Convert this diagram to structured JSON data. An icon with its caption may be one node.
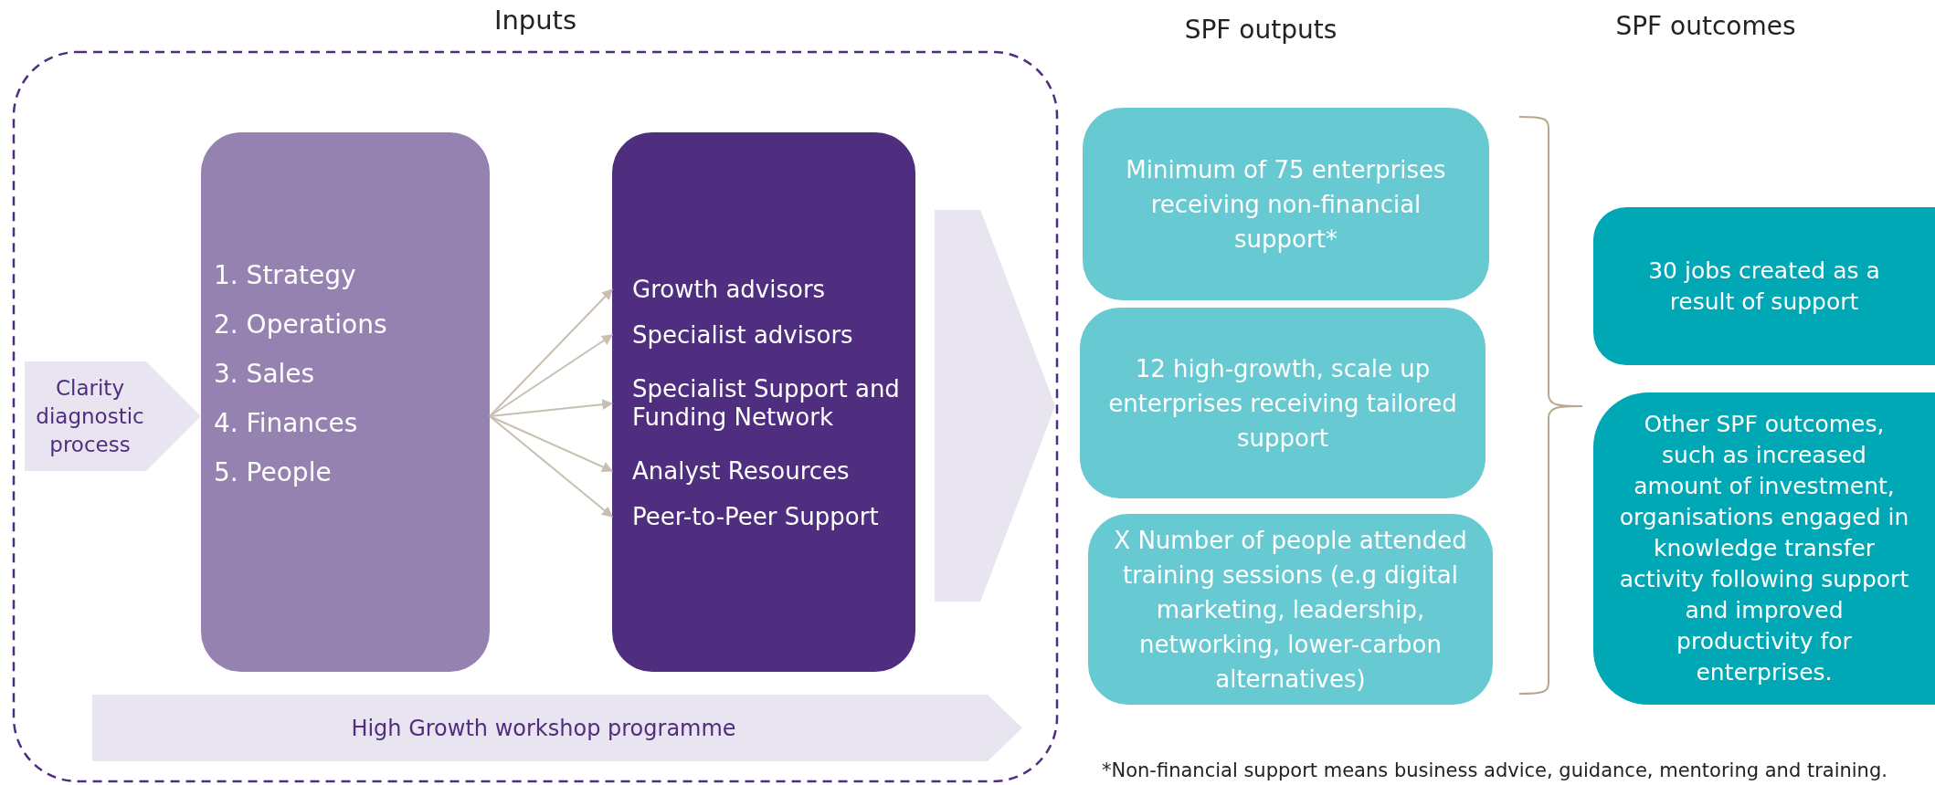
{
  "diagram": {
    "nodes": [
      {
        "text": [
          "Inputs"
        ]
      },
      {
        "text": [
          "Clarity diagnostic process"
        ],
        "in": 0
      },
      {
        "text": [
          "1. Strategy",
          "2. Operations",
          "3. Sales",
          "4. Finances",
          "5. People"
        ],
        "in": 0
      },
      {
        "text": [],
        "shape": "box",
        "in": 0
      },
      {
        "text": [
          "Growth advisors"
        ],
        "in": 3
      },
      {
        "text": [
          "Specialist advisors"
        ],
        "in": 3
      },
      {
        "text": [
          "Specialist Support and Funding Network"
        ],
        "in": 3
      },
      {
        "text": [
          "Analyst Resources"
        ],
        "in": 3
      },
      {
        "text": [
          "Peer-to-Peer Support"
        ],
        "in": 3
      },
      {
        "text": [],
        "shape": "chevron",
        "in": 0
      },
      {
        "text": [
          "High Growth workshop programme"
        ],
        "in": 0
      },
      {
        "text": [
          "Minimum of 75 enterprises receiving non-financial support*"
        ]
      },
      {
        "text": [
          "12 high-growth, scale up enterprises receiving tailored support"
        ]
      },
      {
        "text": [
          "X Number of people attended training sessions (e.g digital marketing, leadership, networking, lower-carbon alternatives)"
        ]
      },
      {
        "text": [
          "30 jobs created as a result of support"
        ]
      },
      {
        "text": [
          "Other SPF outcomes, such as increased amount of investment, organisations engaged in knowledge transfer activity following support and improved productivity for enterprises."
        ]
      }
    ],
    "edges": [
      {
        "from": 2,
        "to": 4,
        "arrow": "to"
      },
      {
        "from": 2,
        "to": 5,
        "arrow": "to"
      },
      {
        "from": 2,
        "to": 6,
        "arrow": "to"
      },
      {
        "from": 2,
        "to": 7,
        "arrow": "to"
      },
      {
        "from": 2,
        "to": 8,
        "arrow": "to"
      }
    ],
    "labels": [
      "SPF outputs",
      "SPF outcomes",
      "*Non-financial support means business advice, guidance, mentoring and training."
    ]
  }
}
